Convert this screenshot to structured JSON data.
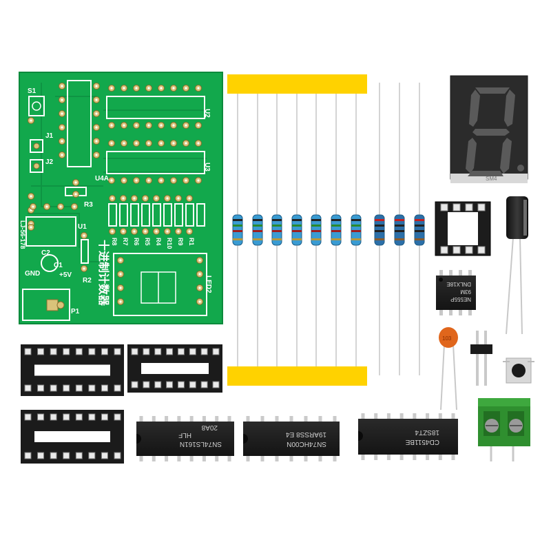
{
  "pcb": {
    "color": "#10b050",
    "silk": "#ffffff",
    "labels": {
      "s1": "S1",
      "j1": "J1",
      "j2": "J2",
      "r3": "R3",
      "u1": "U1",
      "u2": "U2",
      "u3": "U3",
      "u4a": "U4A",
      "c1": "C1",
      "c2": "C2",
      "plus5v": "+5V",
      "gnd": "GND",
      "r2": "R2",
      "p1": "P1",
      "led2": "LED2",
      "model": "LJ-56-178",
      "r_labels": [
        "R8",
        "R7",
        "R6",
        "R5",
        "R4",
        "R10",
        "R9",
        "R1"
      ],
      "title": "十进制计数器"
    }
  },
  "chips": {
    "ne555": [
      "NE555P",
      "93M",
      "DNLX18E"
    ],
    "ls161": [
      "SN74LS161N",
      "HLF",
      "20A8"
    ],
    "hc00": [
      "SN74HC00N",
      "19ARSS8 E4"
    ],
    "cd4511": [
      "CD4511BE",
      "18SZT4"
    ]
  },
  "capacitor_marking": "103",
  "display_marking": "SM4",
  "colors": {
    "tape": "#ffd200",
    "resistor_body": "#2e8fc9",
    "chip": "#1b1b1b",
    "terminal": "#2f8f2f",
    "ceramic_cap": "#e0661c"
  }
}
